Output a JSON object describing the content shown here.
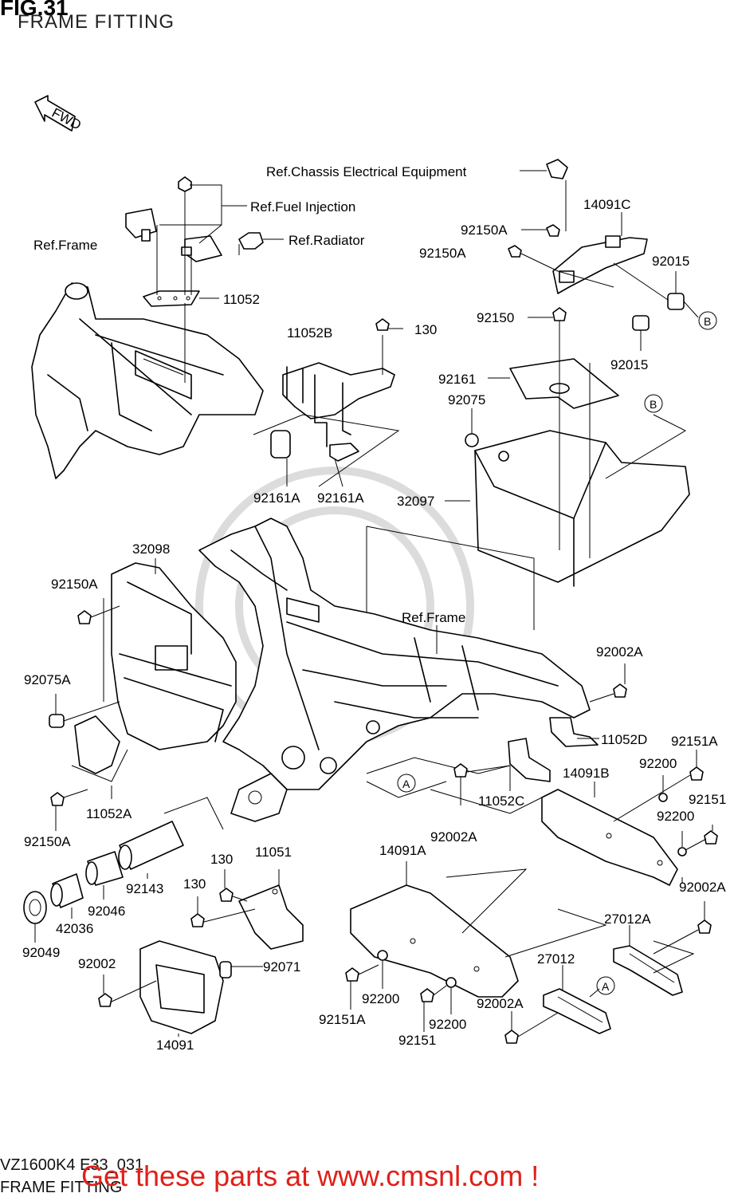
{
  "header": {
    "fig_number": "FIG.31",
    "title": "FRAME FITTING"
  },
  "fwd_label": "FWD",
  "references": {
    "chassis_electrical": "Ref.Chassis Electrical Equipment",
    "fuel_injection": "Ref.Fuel Injection",
    "radiator": "Ref.Radiator",
    "frame_left": "Ref.Frame",
    "frame_center": "Ref.Frame"
  },
  "circle_markers": {
    "b_right": "B",
    "b_tray": "B",
    "a_center": "A",
    "a_bottom": "A"
  },
  "parts": {
    "p14091C": "14091C",
    "p92150A_1": "92150A",
    "p92150A_2": "92150A",
    "p92015_1": "92015",
    "p92015_2": "92015",
    "p92150": "92150",
    "p92161": "92161",
    "p92075": "92075",
    "p32097": "32097",
    "p11052": "11052",
    "p11052B": "11052B",
    "p130_top": "130",
    "p92161A_1": "92161A",
    "p92161A_2": "92161A",
    "p32098": "32098",
    "p92150A_3": "92150A",
    "p92075A": "92075A",
    "p11052A": "11052A",
    "p92150A_4": "92150A",
    "p92002A_1": "92002A",
    "p11052D": "11052D",
    "p92151A_1": "92151A",
    "p92200_1": "92200",
    "p14091B": "14091B",
    "p92151_1": "92151",
    "p11052C": "11052C",
    "p92200_2": "92200",
    "p92002A_2": "92002A",
    "p92002A_3": "92002A",
    "p92143": "92143",
    "p92046": "92046",
    "p42036": "42036",
    "p92049": "92049",
    "p130_a": "130",
    "p130_b": "130",
    "p11051": "11051",
    "p14091A": "14091A",
    "p27012A": "27012A",
    "p92002": "92002",
    "p92071": "92071",
    "p27012": "27012",
    "p92200_3": "92200",
    "p92200_4": "92200",
    "p92002A_4": "92002A",
    "p92151A_2": "92151A",
    "p92151_2": "92151",
    "p14091": "14091"
  },
  "footer": {
    "code": "VZ1600K4 E33_031",
    "subtitle": "FRAME FITTING",
    "cta": "Get these parts at www.cmsnl.com !"
  },
  "colors": {
    "cta": "#e0201a",
    "line": "#000000",
    "watermark": "#dcdcdc"
  }
}
